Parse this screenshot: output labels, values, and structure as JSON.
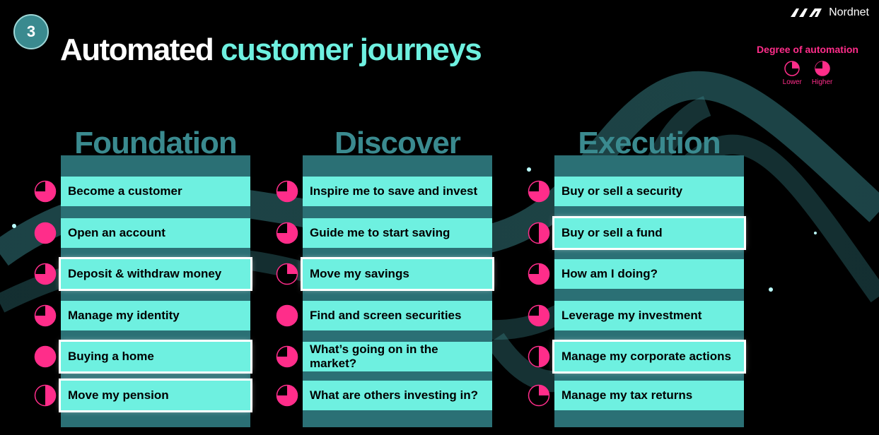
{
  "header": {
    "badge": "3",
    "title_main": "Automated",
    "title_accent": "customer journeys",
    "brand": "Nordnet"
  },
  "legend": {
    "title": "Degree of automation",
    "lower": "Lower",
    "higher": "Higher"
  },
  "colors": {
    "accent": "#6ef0e0",
    "pink": "#ff2d8a",
    "teal_dark": "#2b7075",
    "heading": "#3a8a8f"
  },
  "columns": [
    {
      "heading": "Foundation",
      "items": [
        {
          "label": "Become a customer",
          "automation": 0.75,
          "highlighted": false
        },
        {
          "label": "Open an account",
          "automation": 1.0,
          "highlighted": false
        },
        {
          "label": "Deposit & withdraw money",
          "automation": 0.75,
          "highlighted": true
        },
        {
          "label": "Manage my identity",
          "automation": 0.75,
          "highlighted": false
        },
        {
          "label": "Buying a home",
          "automation": 1.0,
          "highlighted": true
        },
        {
          "label": "Move my pension",
          "automation": 0.5,
          "highlighted": true
        }
      ]
    },
    {
      "heading": "Discover",
      "items": [
        {
          "label": "Inspire me to save and invest",
          "automation": 0.75,
          "highlighted": false
        },
        {
          "label": "Guide me to start saving",
          "automation": 0.75,
          "highlighted": false
        },
        {
          "label": "Move my savings",
          "automation": 0.25,
          "highlighted": true
        },
        {
          "label": "Find and screen securities",
          "automation": 1.0,
          "highlighted": false
        },
        {
          "label": "What’s going on in the market?",
          "automation": 0.75,
          "highlighted": false
        },
        {
          "label": "What are others investing in?",
          "automation": 0.75,
          "highlighted": false
        }
      ]
    },
    {
      "heading": "Execution",
      "items": [
        {
          "label": "Buy or sell a security",
          "automation": 0.75,
          "highlighted": false
        },
        {
          "label": "Buy or sell a fund",
          "automation": 0.5,
          "highlighted": true
        },
        {
          "label": "How am I doing?",
          "automation": 0.75,
          "highlighted": false
        },
        {
          "label": "Leverage my investment",
          "automation": 0.75,
          "highlighted": false
        },
        {
          "label": "Manage my corporate actions",
          "automation": 0.5,
          "highlighted": true
        },
        {
          "label": "Manage my tax returns",
          "automation": 0.25,
          "highlighted": false
        }
      ]
    }
  ]
}
